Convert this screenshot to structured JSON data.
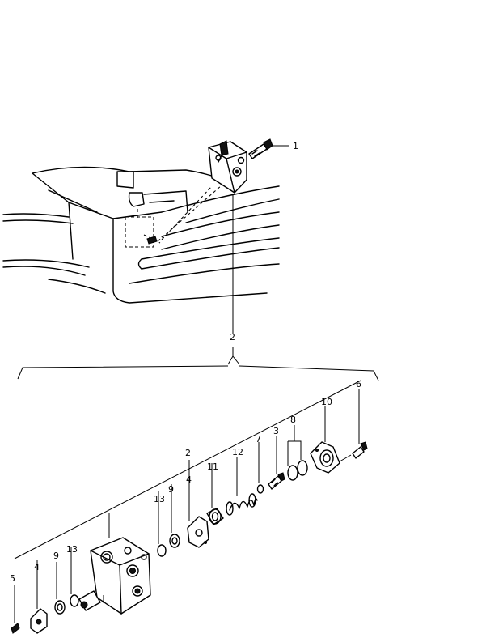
{
  "callouts": {
    "c1": "1",
    "c2_main": "2",
    "c2_sub": "2",
    "c3": "3",
    "c4_a": "4",
    "c4_b": "4",
    "c5": "5",
    "c6": "6",
    "c7": "7",
    "c8": "8",
    "c9_a": "9",
    "c9_b": "9",
    "c10": "10",
    "c11": "11",
    "c12": "12",
    "c13_a": "13",
    "c13_b": "13"
  }
}
